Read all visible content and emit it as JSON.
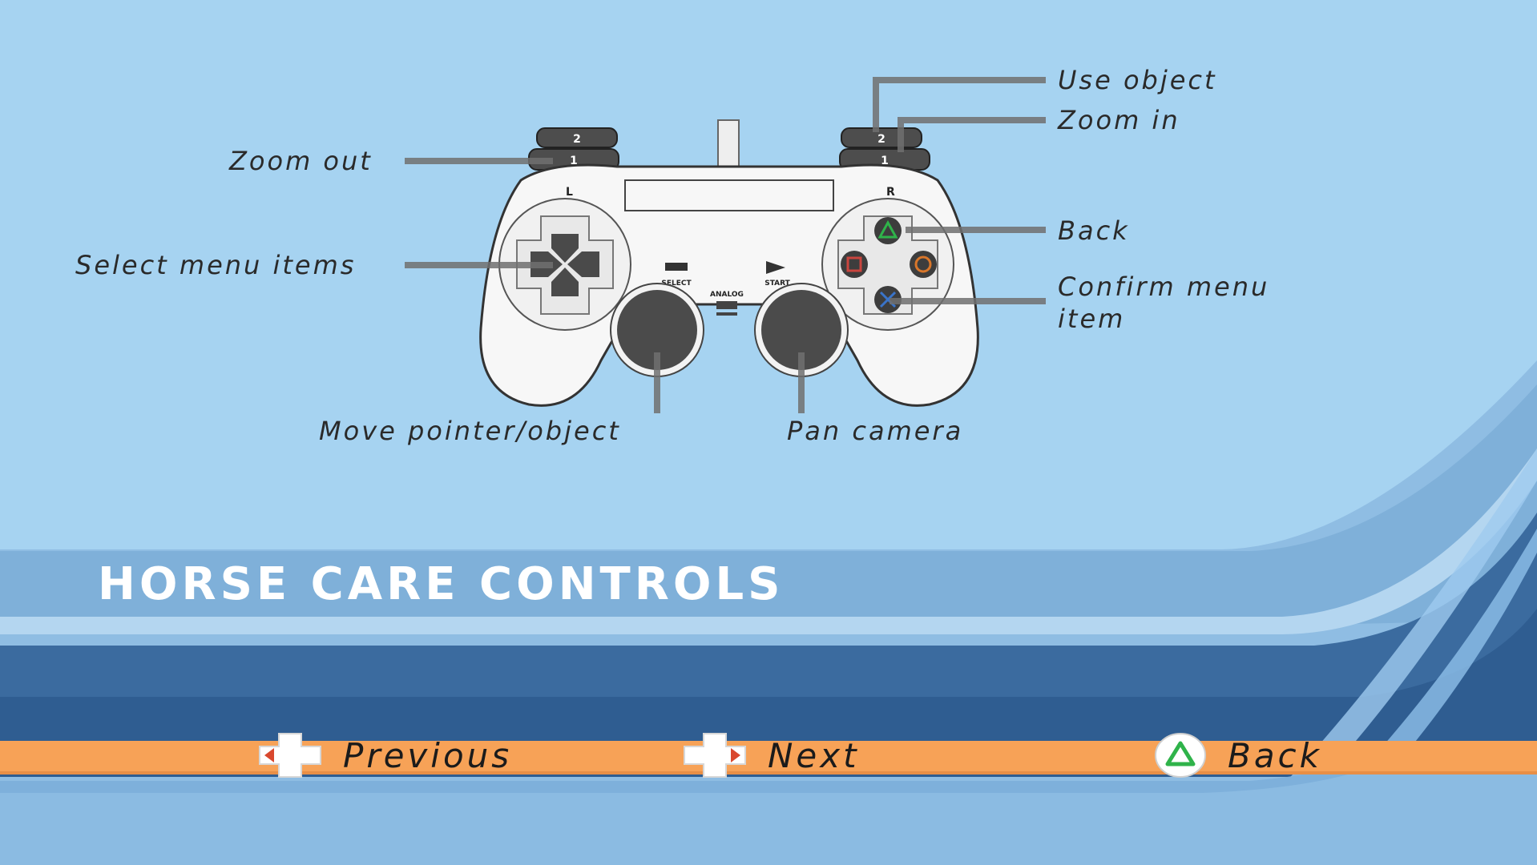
{
  "screen": {
    "title": "HORSE CARE CONTROLS"
  },
  "controller_labels": {
    "use_object": "Use object",
    "zoom_in": "Zoom in",
    "zoom_out": "Zoom out",
    "back": "Back",
    "select_menu_items": "Select menu items",
    "confirm_menu_item_line1": "Confirm menu",
    "confirm_menu_item_line2": "item",
    "move_pointer": "Move pointer/object",
    "pan_camera": "Pan camera"
  },
  "controller_glyphs": {
    "shoulder_2": "2",
    "shoulder_1": "1",
    "left_side": "L",
    "right_side": "R",
    "select": "SELECT",
    "start": "START",
    "analog": "ANALOG"
  },
  "nav_bar": {
    "previous": "Previous",
    "next": "Next",
    "back": "Back"
  },
  "colors": {
    "background": "#a6d3f1",
    "nav_bar": "#f7a257",
    "band_dark": "#2f5f93",
    "triangle": "#2fb34a",
    "circle": "#d8762a",
    "cross": "#3a74c9",
    "square": "#c9453e"
  },
  "icons": [
    "dpad-left-icon",
    "dpad-right-icon",
    "triangle-button-icon"
  ]
}
